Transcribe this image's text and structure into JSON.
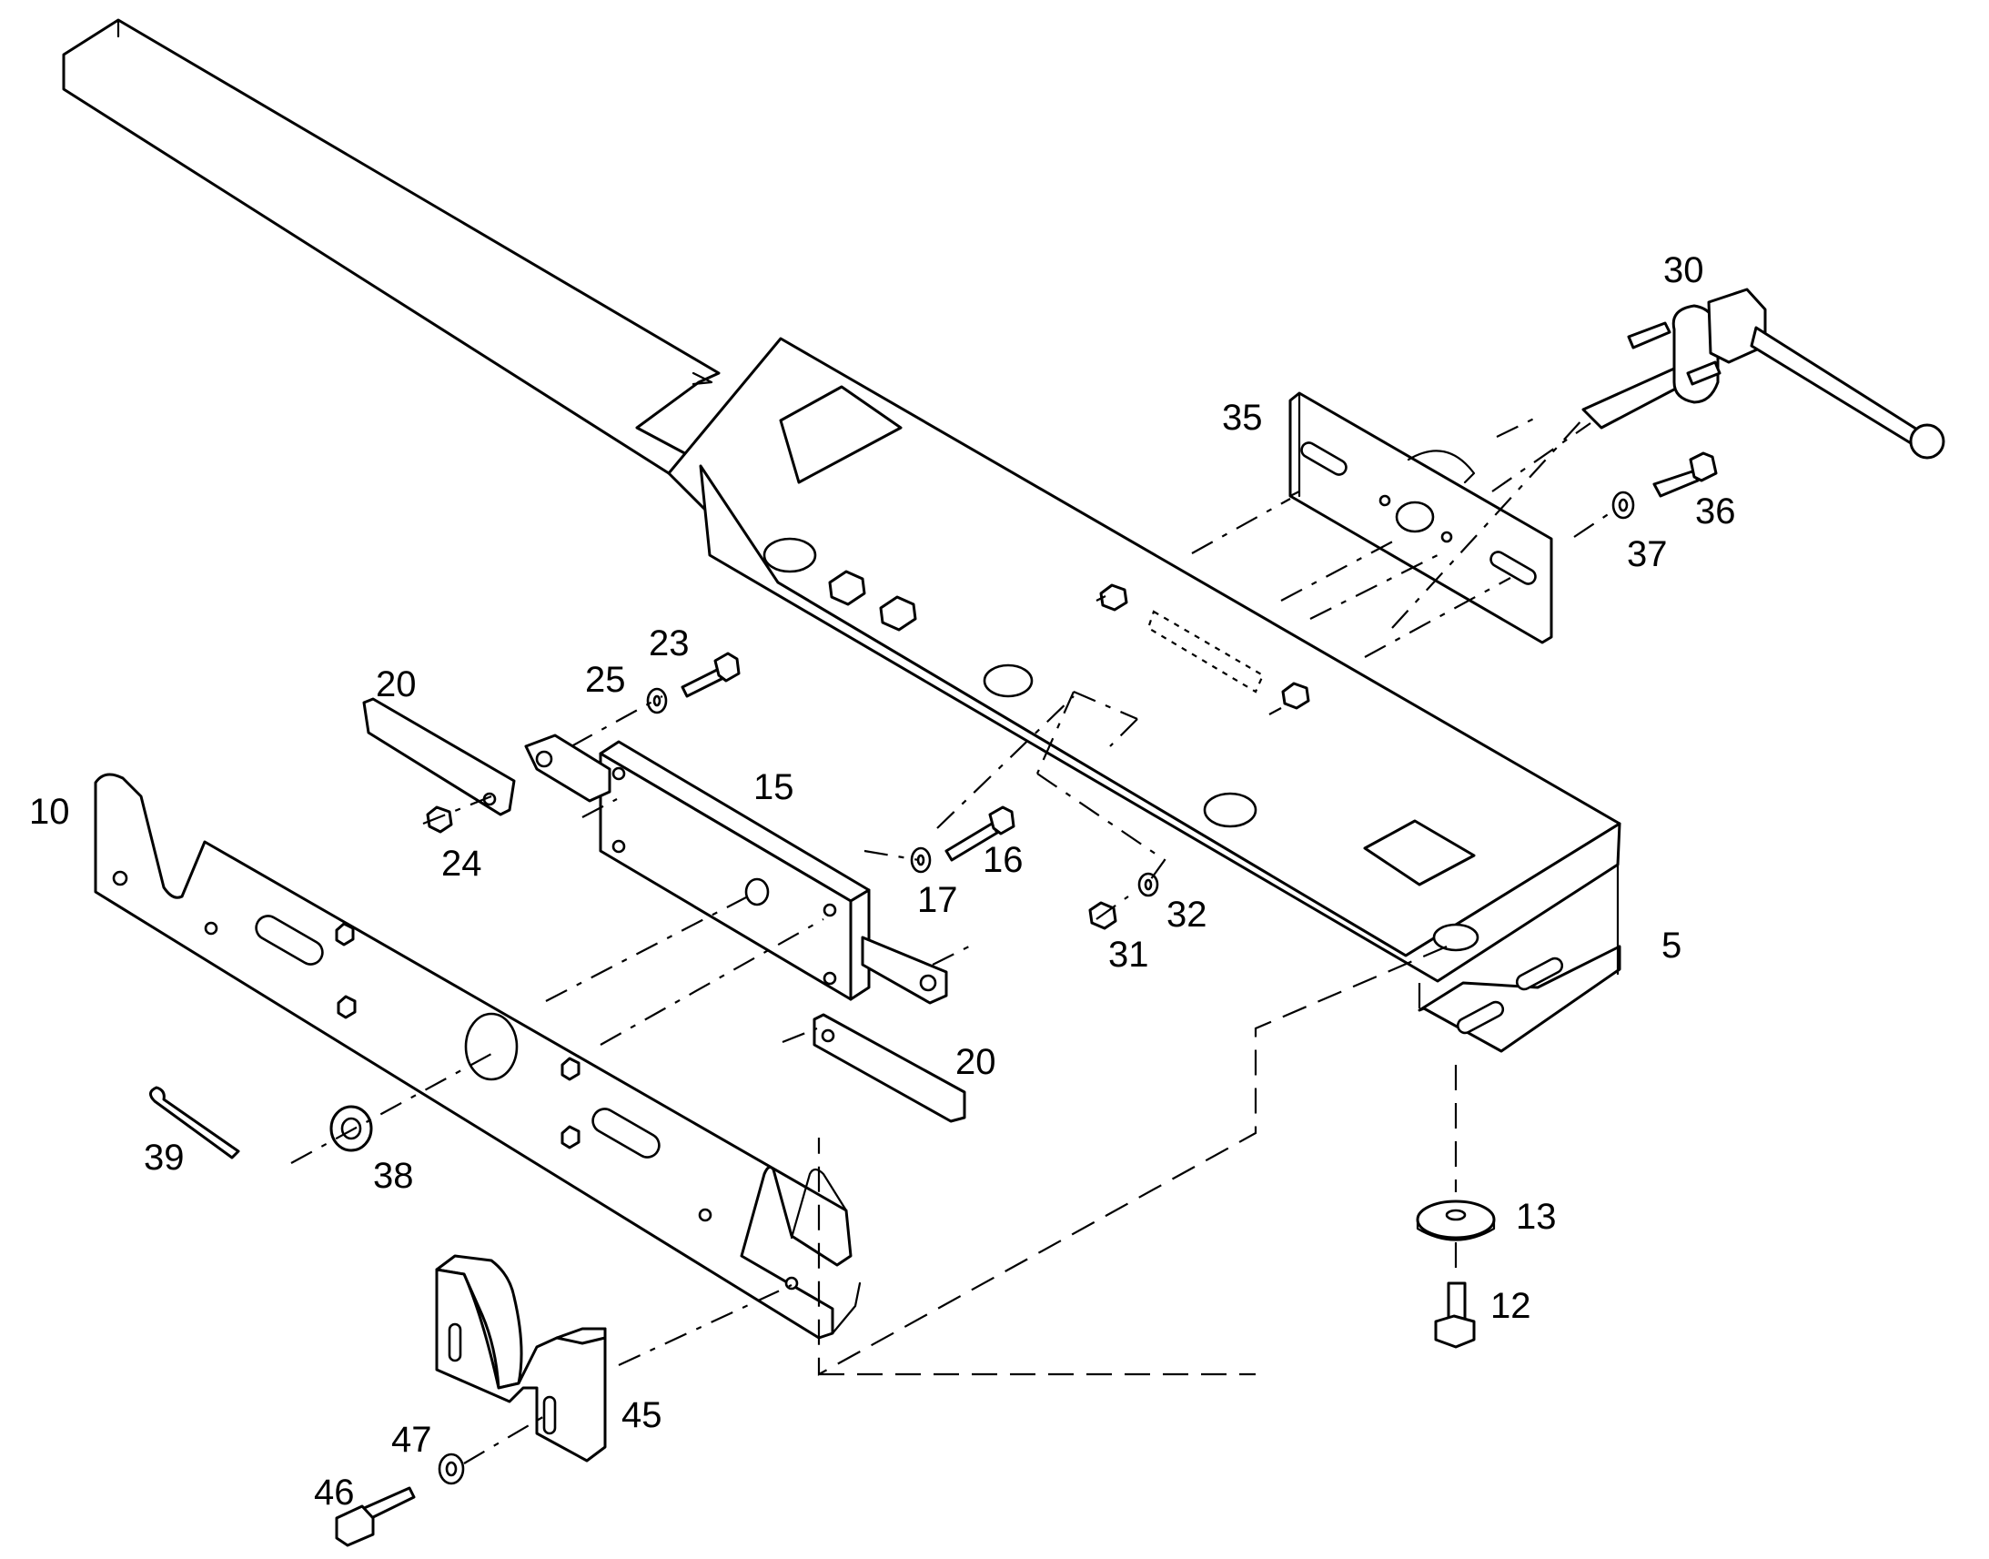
{
  "diagram": {
    "type": "exploded-parts-drawing",
    "callouts": [
      {
        "id": "5",
        "text": "5"
      },
      {
        "id": "10",
        "text": "10"
      },
      {
        "id": "12",
        "text": "12"
      },
      {
        "id": "13",
        "text": "13"
      },
      {
        "id": "15",
        "text": "15"
      },
      {
        "id": "16",
        "text": "16"
      },
      {
        "id": "17",
        "text": "17"
      },
      {
        "id": "20a",
        "text": "20"
      },
      {
        "id": "20b",
        "text": "20"
      },
      {
        "id": "23",
        "text": "23"
      },
      {
        "id": "24",
        "text": "24"
      },
      {
        "id": "25",
        "text": "25"
      },
      {
        "id": "30",
        "text": "30"
      },
      {
        "id": "31",
        "text": "31"
      },
      {
        "id": "32",
        "text": "32"
      },
      {
        "id": "35",
        "text": "35"
      },
      {
        "id": "36",
        "text": "36"
      },
      {
        "id": "37",
        "text": "37"
      },
      {
        "id": "38",
        "text": "38"
      },
      {
        "id": "39",
        "text": "39"
      },
      {
        "id": "45",
        "text": "45"
      },
      {
        "id": "46",
        "text": "46"
      },
      {
        "id": "47",
        "text": "47"
      }
    ]
  }
}
